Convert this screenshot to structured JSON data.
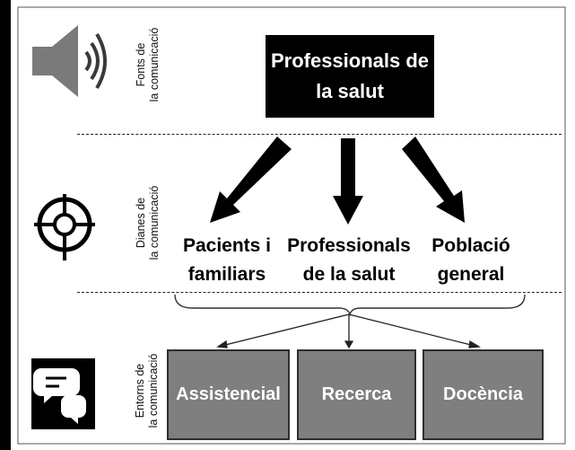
{
  "sections": {
    "sources": {
      "label_line1": "Fonts de",
      "label_line2": "la comunicació",
      "icon": "speaker-icon"
    },
    "targets": {
      "label_line1": "Dianes de",
      "label_line2": "la comunicació",
      "icon": "crosshair-target-icon"
    },
    "environments": {
      "label_line1": "Entorns de",
      "label_line2": "la comunicació",
      "icon": "speech-bubbles-icon"
    }
  },
  "source_box": {
    "line1": "Professionals de",
    "line2": "la salut"
  },
  "targets": [
    {
      "line1": "Pacients i",
      "line2": "familiars"
    },
    {
      "line1": "Professionals",
      "line2": "de la salut"
    },
    {
      "line1": "Població",
      "line2": "general"
    }
  ],
  "environments": [
    "Assistencial",
    "Recerca",
    "Docència"
  ],
  "colors": {
    "source_box_fill": "#000000",
    "source_box_text": "#ffffff",
    "environment_fill": "#7f7f7f",
    "environment_border": "#2e2e2e",
    "environment_text": "#ffffff",
    "left_bar": "#000000"
  }
}
